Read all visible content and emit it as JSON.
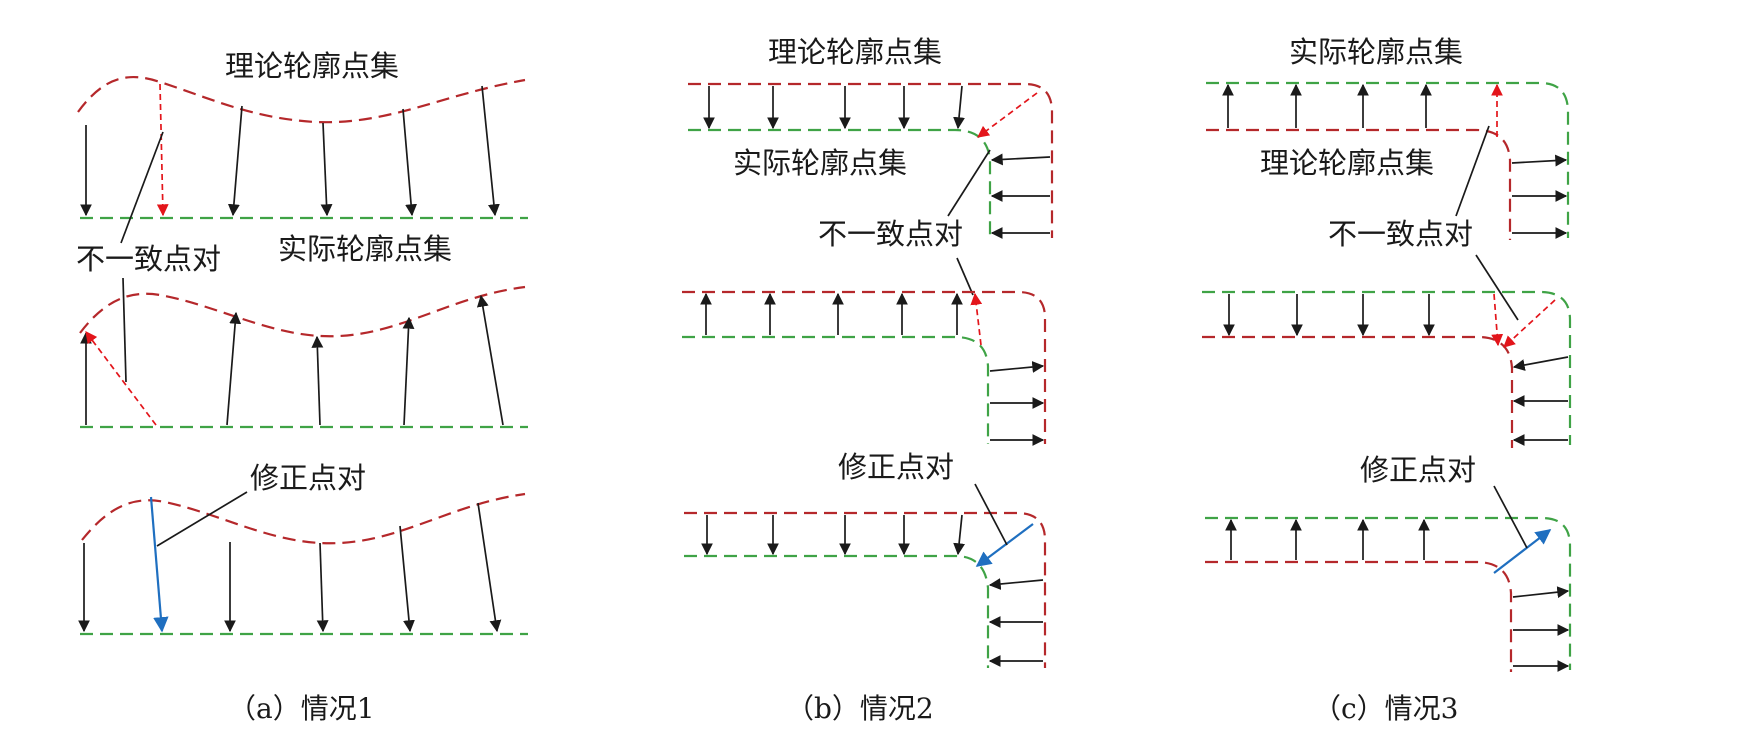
{
  "panels": [
    {
      "caption": "（a）情况1",
      "labels": {
        "theoretical": "理论轮廓点集",
        "actual": "实际轮廓点集",
        "inconsistent": "不一致点对",
        "corrected": "修正点对"
      }
    },
    {
      "caption": "（b）情况2",
      "labels": {
        "theoretical": "理论轮廓点集",
        "actual": "实际轮廓点集",
        "inconsistent": "不一致点对",
        "corrected": "修正点对"
      }
    },
    {
      "caption": "（c）情况3",
      "labels": {
        "theoretical": "理论轮廓点集",
        "actual": "实际轮廓点集",
        "inconsistent": "不一致点对",
        "corrected": "修正点对"
      }
    }
  ],
  "colors": {
    "theoretical_contour": "#b5282b",
    "actual_contour": "#3fa346",
    "correspondence_arrow": "#1a1a1a",
    "inconsistent_arrow": "#e3151b",
    "corrected_arrow": "#1f6fc0"
  }
}
